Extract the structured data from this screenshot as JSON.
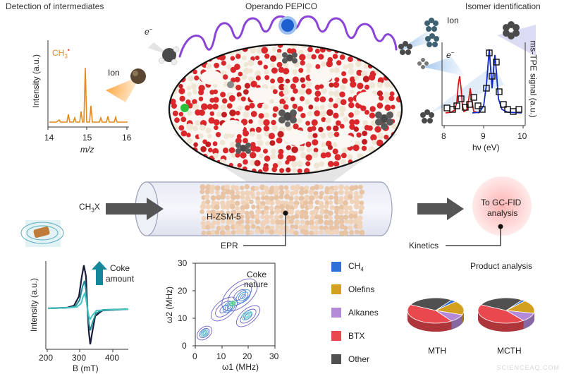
{
  "headers": {
    "detection": "Detection of intermediates",
    "pepico": "Operando PEPICO",
    "isomer": "Isomer identification"
  },
  "top_left_plot": {
    "ylabel": "Intensity (a.u.)",
    "xlabel": "m/z",
    "xticks": [
      "14",
      "15",
      "16"
    ],
    "peak_label": "CH",
    "peak_label_sub": "3",
    "peak_label_sup": "•",
    "color": "#E08A1E"
  },
  "particles": {
    "electron": "e",
    "electron_sup": "−",
    "ion": "Ion"
  },
  "top_right_plot": {
    "ion": "Ion",
    "electron": "e",
    "electron_sup": "−",
    "ylabel": "ms-TPE signal (a.u.)",
    "xlabel": "hν (eV)",
    "xticks": [
      "8",
      "9",
      "10"
    ]
  },
  "reactor": {
    "inlet_prefix": "CH",
    "inlet_sub": "3",
    "inlet_suffix": "X",
    "catalyst": "H-ZSM-5",
    "outlet_line1": "To GC-FID",
    "outlet_line2": "analysis"
  },
  "labels": {
    "epr": "EPR",
    "kinetics": "Kinetics"
  },
  "epr_plot": {
    "ylabel": "Intensity (a.u.)",
    "xlabel": "B (mT)",
    "xticks": [
      "200",
      "300",
      "400"
    ],
    "arrow_line1": "Coke",
    "arrow_line2": "amount"
  },
  "hyscore_plot": {
    "ylabel": "ω2 (MHz)",
    "xlabel": "ω1 (MHz)",
    "xticks": [
      "0",
      "10",
      "20",
      "30"
    ],
    "yticks": [
      "0",
      "10",
      "20",
      "30"
    ],
    "label_line1": "Coke",
    "label_line2": "nature"
  },
  "legend": [
    {
      "label": "CH",
      "sub": "4",
      "color": "#2E6FD8"
    },
    {
      "label": "Olefins",
      "sub": "",
      "color": "#D4A020"
    },
    {
      "label": "Alkanes",
      "sub": "",
      "color": "#B48AD8"
    },
    {
      "label": "BTX",
      "sub": "",
      "color": "#E8484E"
    },
    {
      "label": "Other",
      "sub": "",
      "color": "#505050"
    }
  ],
  "product_analysis": {
    "title": "Product analysis",
    "pies": [
      {
        "label": "MTH",
        "shares": [
          0.03,
          0.18,
          0.1,
          0.42,
          0.27
        ]
      },
      {
        "label": "MCTH",
        "shares": [
          0.02,
          0.17,
          0.11,
          0.43,
          0.27
        ]
      }
    ]
  },
  "watermark": "SCIENCEAQ.COM"
}
